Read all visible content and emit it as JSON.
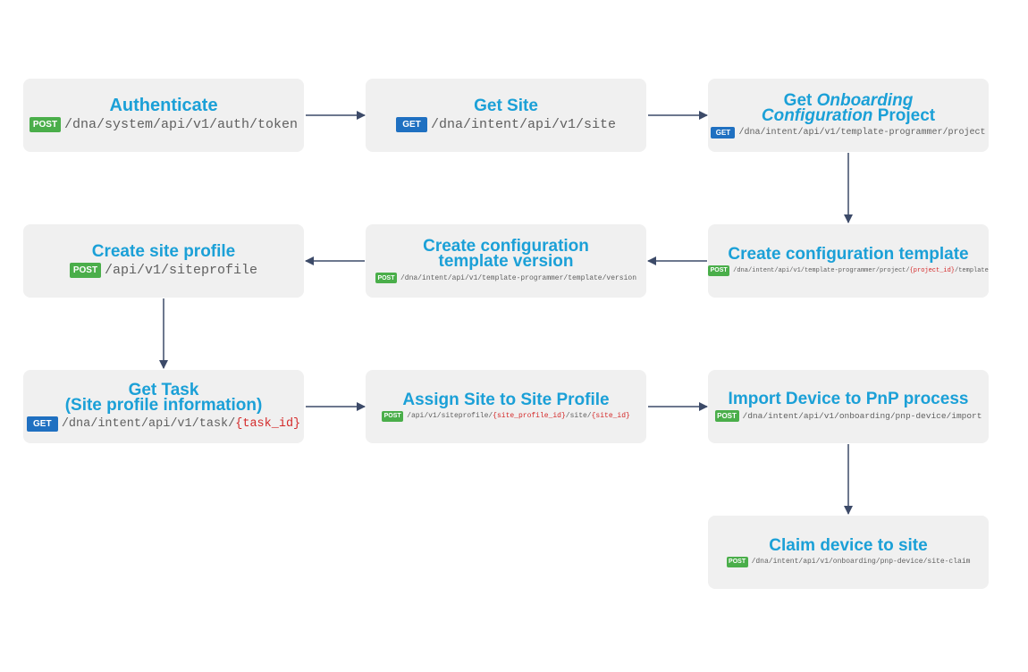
{
  "steps": {
    "authenticate": {
      "title": "Authenticate",
      "method": "POST",
      "path": "/dna/system/api/v1/auth/token"
    },
    "get_site": {
      "title": "Get Site",
      "method": "GET",
      "path": "/dna/intent/api/v1/site"
    },
    "get_project": {
      "title_get": "Get",
      "title_em": "Onboarding",
      "title_em2": "Configuration",
      "title_rest": "Project",
      "method": "GET",
      "path": "/dna/intent/api/v1/template-programmer/project"
    },
    "create_template": {
      "title": "Create configuration template",
      "method": "POST",
      "path_prefix": "/dna/intent/api/v1/template-programmer/project/",
      "param": "{project_id}",
      "path_suffix": "/template"
    },
    "create_version": {
      "title_line1": "Create configuration",
      "title_line2": "template version",
      "method": "POST",
      "path": "/dna/intent/api/v1/template-programmer/template/version"
    },
    "create_profile": {
      "title": "Create site profile",
      "method": "POST",
      "path": "/api/v1/siteprofile"
    },
    "get_task": {
      "title_line1": "Get Task",
      "title_line2": "(Site profile information)",
      "method": "GET",
      "path_prefix": "/dna/intent/api/v1/task/",
      "param": "{task_id}"
    },
    "assign_site": {
      "title": "Assign Site to Site Profile",
      "method": "POST",
      "path_prefix": "/api/v1/siteprofile/",
      "param1": "{site_profile_id}",
      "path_mid": "/site/",
      "param2": "{site_id}"
    },
    "import_device": {
      "title": "Import Device to PnP process",
      "method": "POST",
      "path": "/dna/intent/api/v1/onboarding/pnp-device/import"
    },
    "claim_device": {
      "title": "Claim device to site",
      "method": "POST",
      "path": "/dna/intent/api/v1/onboarding/pnp-device/site-claim"
    }
  },
  "colors": {
    "title": "#1ba0d7",
    "box": "#f0f0f0",
    "post": "#4aae4a",
    "get": "#1f70c1",
    "param": "#d42a2a",
    "arrow": "#3c4a68"
  }
}
